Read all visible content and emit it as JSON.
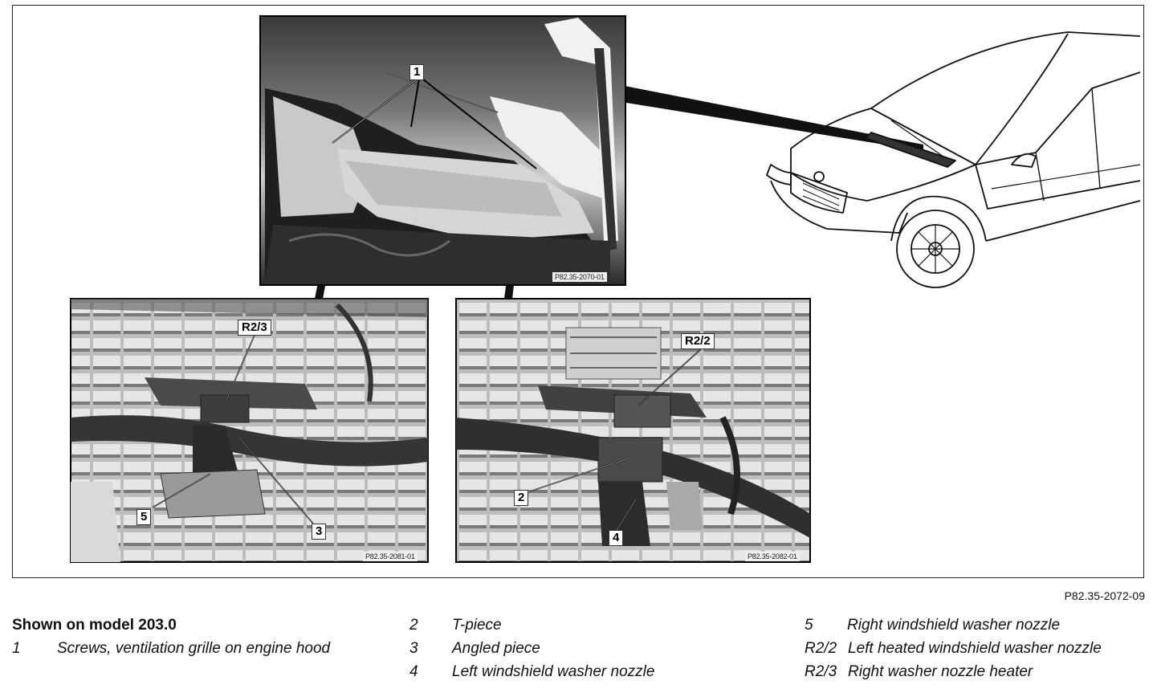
{
  "figure_code": "P82.35-2072-09",
  "photos": {
    "top": {
      "code": "P82.35-2070-01"
    },
    "bottom_left": {
      "code": "P82.35-2081-01"
    },
    "bottom_right": {
      "code": "P82.35-2082-01"
    }
  },
  "callouts": {
    "c1": "1",
    "r23": "R2/3",
    "r22": "R2/2",
    "c2": "2",
    "c3": "3",
    "c4": "4",
    "c5": "5"
  },
  "legend": {
    "title": "Shown on model 203.0",
    "col1": [
      {
        "num": "1",
        "text": "Screws, ventilation grille on engine hood"
      }
    ],
    "col2": [
      {
        "num": "2",
        "text": "T-piece"
      },
      {
        "num": "3",
        "text": "Angled piece"
      },
      {
        "num": "4",
        "text": "Left windshield washer nozzle"
      }
    ],
    "col3": [
      {
        "num": "5",
        "text": "Right windshield washer nozzle"
      },
      {
        "num": "R2/2",
        "text": "Left heated windshield washer nozzle"
      },
      {
        "num": "R2/3",
        "text": "Right washer nozzle heater"
      }
    ]
  }
}
